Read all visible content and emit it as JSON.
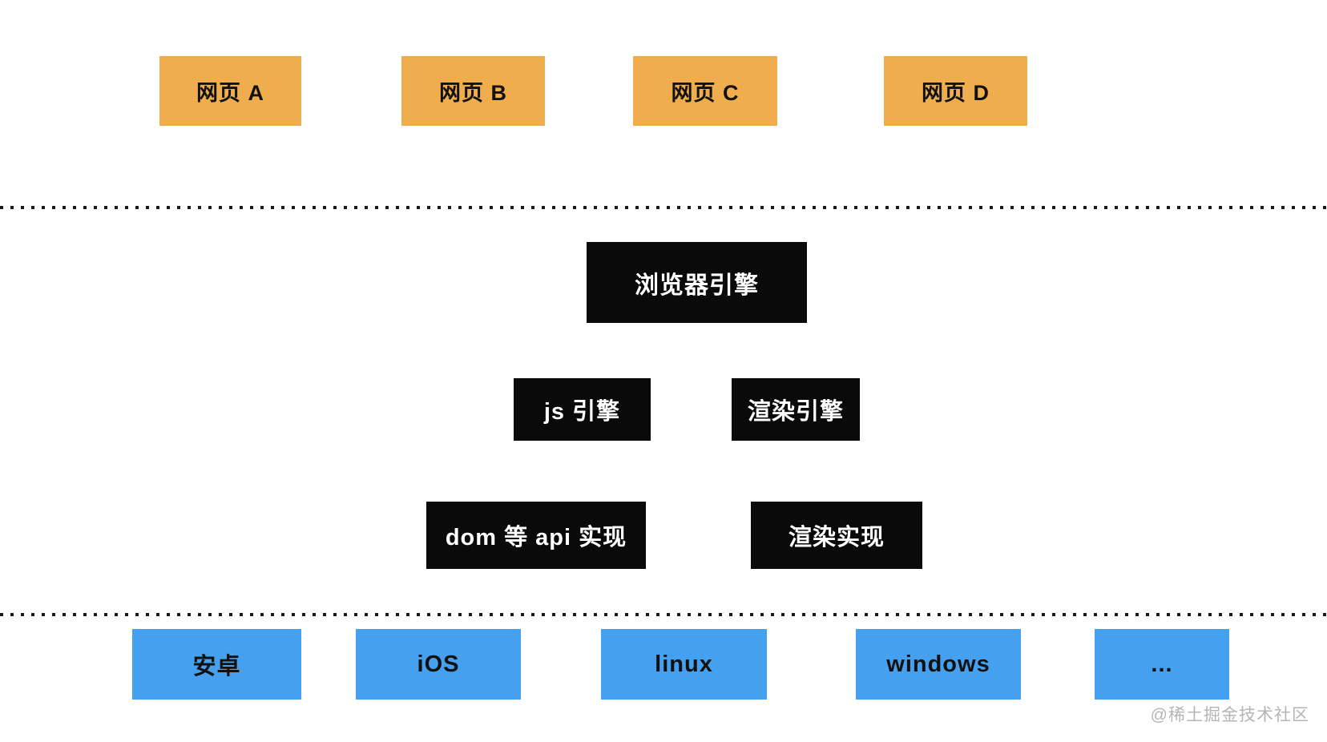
{
  "diagram": {
    "web_pages": {
      "items": [
        {
          "label": "网页 A"
        },
        {
          "label": "网页 B"
        },
        {
          "label": "网页 C"
        },
        {
          "label": "网页 D"
        }
      ]
    },
    "browser_engine": {
      "label": "浏览器引擎"
    },
    "engines": {
      "items": [
        {
          "label": "js 引擎"
        },
        {
          "label": "渲染引擎"
        }
      ]
    },
    "implementations": {
      "items": [
        {
          "label": "dom 等 api 实现"
        },
        {
          "label": "渲染实现"
        }
      ]
    },
    "platforms": {
      "items": [
        {
          "label": "安卓"
        },
        {
          "label": "iOS"
        },
        {
          "label": "linux"
        },
        {
          "label": "windows"
        },
        {
          "label": "..."
        }
      ]
    },
    "watermark": {
      "text": "@稀土掘金技术社区"
    }
  },
  "colors": {
    "background": "#FFFFFF",
    "webpage_box": "#F0AD4D",
    "engine_box": "#0A0A0A",
    "platform_box": "#45A1F0",
    "box_text_dark": "#111111",
    "box_text_light": "#FFFFFF",
    "separator_dots": "#1A1A1A",
    "watermark_text": "#B5B5B5"
  }
}
